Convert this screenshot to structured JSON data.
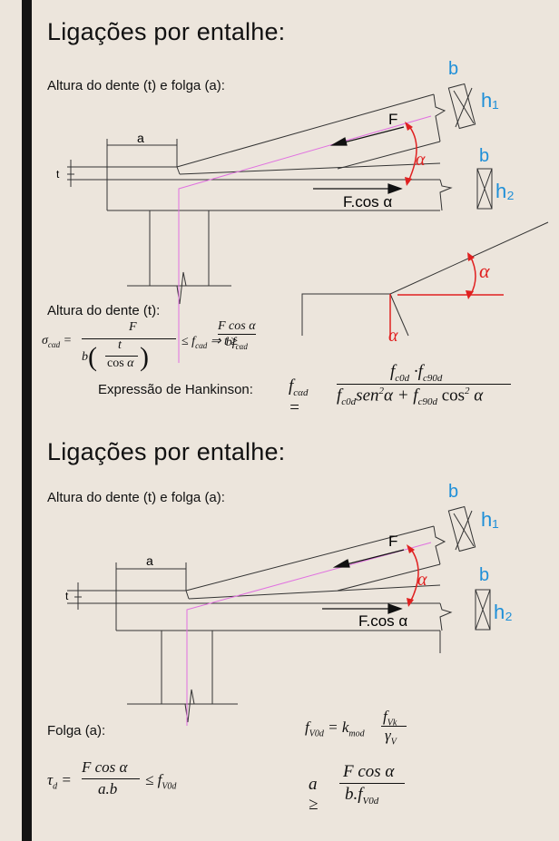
{
  "slide1": {
    "title": "Ligações por entalhe:",
    "subtitle": "Altura do dente (t) e folga (a):",
    "section_label": "Altura do dente (t):",
    "hankinson_label": "Expressão de Hankinson:",
    "diagram": {
      "label_a": "a",
      "label_t": "t",
      "label_F": "F",
      "label_Fcos": "F.cos α",
      "hand_b1": "b",
      "hand_h1": "h₁",
      "hand_b2": "b",
      "hand_h2": "h₂",
      "hand_alpha": "α"
    }
  },
  "slide2": {
    "title": "Ligações por entalhe:",
    "subtitle": "Altura do dente (t) e folga (a):",
    "section_label": "Folga (a):",
    "diagram": {
      "label_a": "a",
      "label_t": "t",
      "label_F": "F",
      "label_Fcos": "F.cos α",
      "hand_b1": "b",
      "hand_h1": "h₁",
      "hand_b2": "b",
      "hand_h2": "h₂",
      "hand_alpha": "α"
    }
  },
  "colors": {
    "background": "#ece5dc",
    "bar": "#141414",
    "pink": "#e070e0",
    "red": "#e02020",
    "blue": "#1e8fd8"
  }
}
